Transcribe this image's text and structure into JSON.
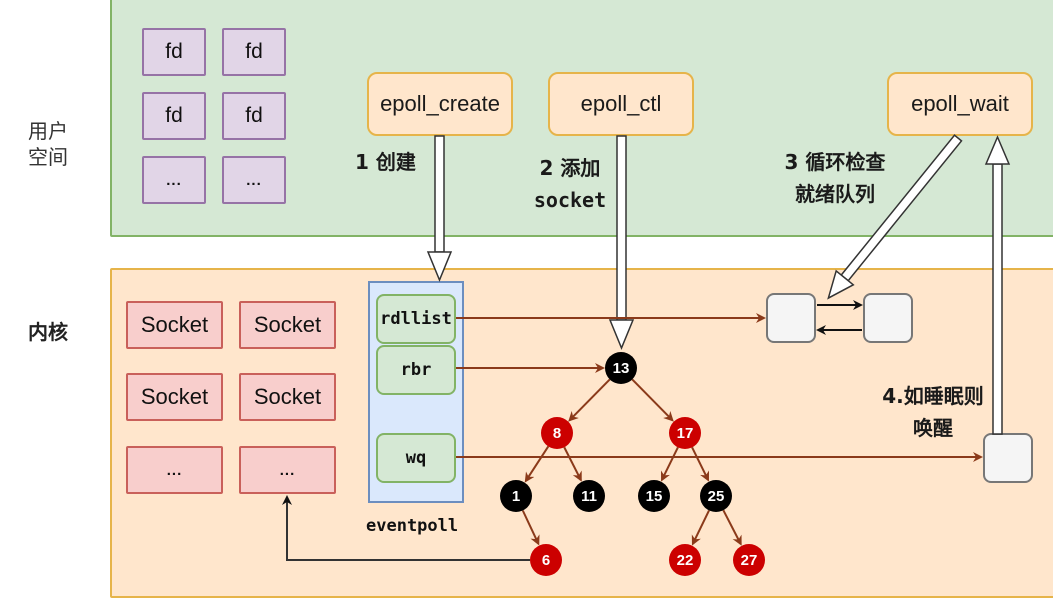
{
  "regions": {
    "user_space_label": "用户\n空间",
    "kernel_label": "内核"
  },
  "fd_boxes": [
    "fd",
    "fd",
    "fd",
    "fd",
    "...",
    "..."
  ],
  "api_calls": {
    "create": "epoll_create",
    "ctl": "epoll_ctl",
    "wait": "epoll_wait"
  },
  "steps": {
    "step1": "1 创建",
    "step2_line1": "2 添加",
    "step2_line2": "socket",
    "step3_line1": "3 循环检查",
    "step3_line2": "就绪队列",
    "step4_line1": "4.如睡眠则",
    "step4_line2": "唤醒"
  },
  "socket_boxes": [
    "Socket",
    "Socket",
    "Socket",
    "Socket",
    "...",
    "..."
  ],
  "eventpoll": {
    "label": "eventpoll",
    "fields": [
      "rdllist",
      "rbr",
      "wq"
    ]
  },
  "rb_tree": {
    "nodes": [
      {
        "key": "13",
        "color": "black"
      },
      {
        "key": "8",
        "color": "red"
      },
      {
        "key": "17",
        "color": "red"
      },
      {
        "key": "1",
        "color": "black"
      },
      {
        "key": "11",
        "color": "black"
      },
      {
        "key": "15",
        "color": "black"
      },
      {
        "key": "25",
        "color": "black"
      },
      {
        "key": "6",
        "color": "red"
      },
      {
        "key": "22",
        "color": "red"
      },
      {
        "key": "27",
        "color": "red"
      }
    ],
    "edges": [
      [
        "13",
        "8"
      ],
      [
        "13",
        "17"
      ],
      [
        "8",
        "1"
      ],
      [
        "8",
        "11"
      ],
      [
        "17",
        "15"
      ],
      [
        "17",
        "25"
      ],
      [
        "1",
        "6"
      ],
      [
        "25",
        "22"
      ],
      [
        "25",
        "27"
      ]
    ]
  },
  "colors": {
    "user_bg": "#d5e8d4",
    "kernel_bg": "#ffe6cc",
    "red_node": "#cc0000",
    "black_node": "#000000",
    "edge": "#8b3a1a"
  }
}
